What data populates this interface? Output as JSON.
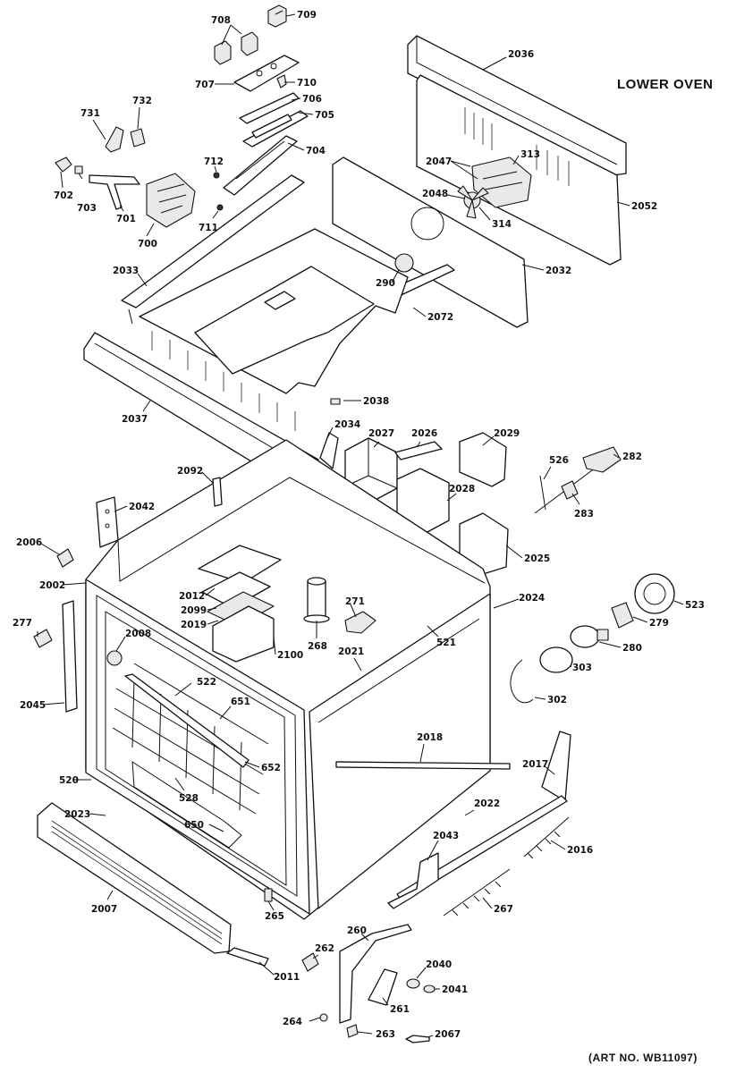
{
  "header": {
    "title": "LOWER OVEN"
  },
  "footer": {
    "art_no": "(ART NO. WB11097)"
  },
  "parts": [
    "709",
    "708",
    "707",
    "710",
    "706",
    "705",
    "704",
    "712",
    "711",
    "731",
    "732",
    "702",
    "703",
    "701",
    "700",
    "2036",
    "313",
    "2047",
    "2048",
    "314",
    "2052",
    "2032",
    "290",
    "2033",
    "2072",
    "2037",
    "2038",
    "2034",
    "2027",
    "2026",
    "2029",
    "526",
    "282",
    "283",
    "2092",
    "2028",
    "2042",
    "2025",
    "2006",
    "2002",
    "2012",
    "271",
    "2024",
    "523",
    "2099",
    "279",
    "2019",
    "277",
    "2008",
    "2100",
    "268",
    "521",
    "280",
    "2021",
    "522",
    "651",
    "303",
    "2045",
    "302",
    "2018",
    "2017",
    "652",
    "520",
    "528",
    "2022",
    "2023",
    "650",
    "2016",
    "2043",
    "2007",
    "267",
    "265",
    "260",
    "262",
    "2011",
    "2040",
    "2041",
    "261",
    "264",
    "263",
    "2067"
  ]
}
